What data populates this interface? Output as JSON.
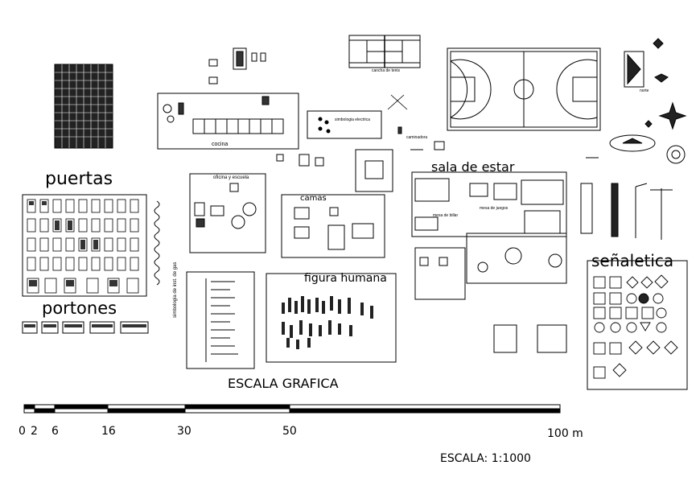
{
  "labels": {
    "puertas": "puertas",
    "portones": "portones",
    "sala_de_estar": "sala de estar",
    "senaletica": "señaletica",
    "figura_humana": "figura humana",
    "camas": "camas",
    "cocina": "cocina",
    "oficina_y_escuela": "oficina y escuela",
    "simbologia": "simbologia de inst. de gas",
    "cancha_de_tenis": "cancha de tenis",
    "simbologia_electrica": "simbologia electrica",
    "caminadora": "caminadora",
    "mesa_de_billar": "mesa de billar",
    "mesa_de_juegos": "mesa de juegos",
    "norte": "norte",
    "escala_grafica": "ESCALA GRAFICA",
    "escala": "ESCALA: 1:1000"
  },
  "scale_bar": {
    "ticks": [
      "0",
      "2",
      "6",
      "16",
      "30",
      "50",
      "100 m"
    ]
  }
}
